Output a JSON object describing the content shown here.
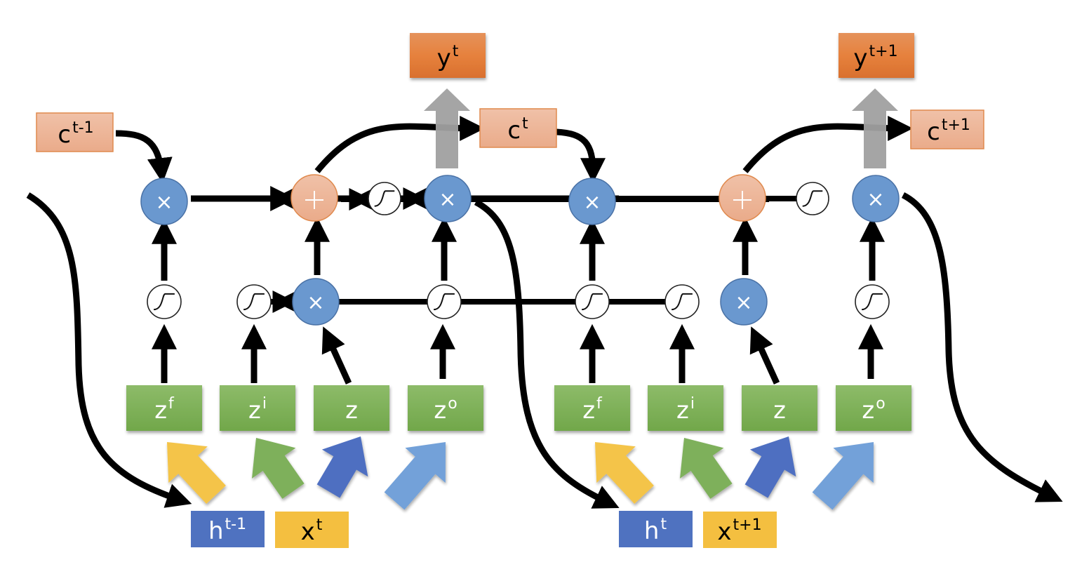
{
  "title": "LSTM unrolled over two time steps",
  "colors": {
    "cell_state_box": "#EEB99C",
    "cell_state_border": "#E08A4E",
    "output_box": "#E67E3A",
    "gate_box": "#7CB05A",
    "multiply_node": "#6A98CF",
    "add_node": "#EEB093",
    "hidden_box": "#4F72C0",
    "input_box": "#F4BF40",
    "output_arrow": "#A0A0A0",
    "input_arrows": [
      "#F4C13F",
      "#78AC52",
      "#4467BE",
      "#6C9DD8"
    ],
    "line": "#000000"
  },
  "steps": [
    {
      "cell_prev": {
        "base": "c",
        "sup": "t-1"
      },
      "cell_out": {
        "base": "c",
        "sup": "t"
      },
      "output": {
        "base": "y",
        "sup": "t"
      },
      "hidden_in": {
        "base": "h",
        "sup": "t-1"
      },
      "input": {
        "base": "x",
        "sup": "t"
      }
    },
    {
      "cell_prev": null,
      "cell_out": {
        "base": "c",
        "sup": "t+1"
      },
      "output": {
        "base": "y",
        "sup": "t+1"
      },
      "hidden_in": {
        "base": "h",
        "sup": "t"
      },
      "input": {
        "base": "x",
        "sup": "t+1"
      }
    }
  ],
  "gates": [
    {
      "base": "z",
      "sup": "f",
      "name": "forget-gate"
    },
    {
      "base": "z",
      "sup": "i",
      "name": "input-gate"
    },
    {
      "base": "z",
      "sup": "",
      "name": "cell-input"
    },
    {
      "base": "z",
      "sup": "o",
      "name": "output-gate"
    }
  ],
  "operators": {
    "multiply": "×",
    "add": "+",
    "activation": "sigmoid-icon"
  }
}
